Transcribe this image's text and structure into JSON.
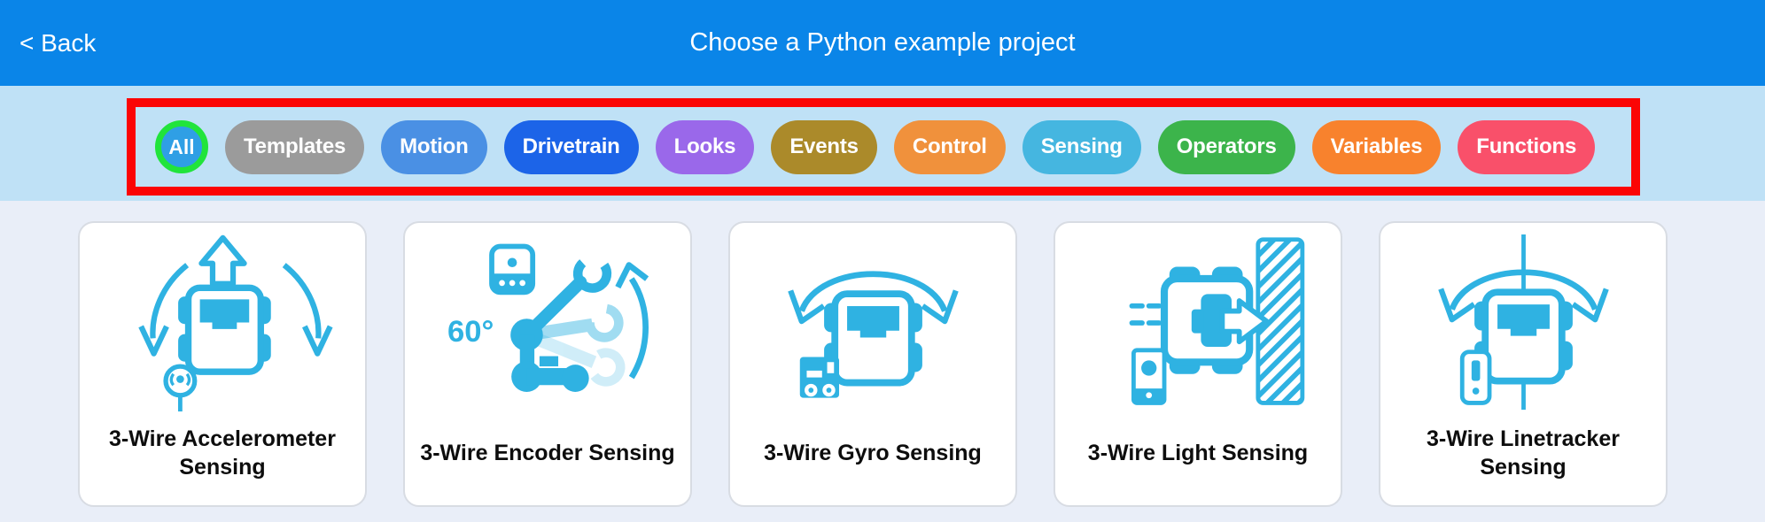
{
  "header": {
    "back_label": "< Back",
    "title": "Choose a Python example project",
    "bg": "#0a85e8",
    "text_color": "#ffffff"
  },
  "filter_bar": {
    "bg": "#bfe1f6",
    "annotation_color": "#fb0505",
    "filters": [
      {
        "label": "All",
        "color": "#2f9fe5",
        "ring": "#21e43b"
      },
      {
        "label": "Templates",
        "color": "#9b9b9b"
      },
      {
        "label": "Motion",
        "color": "#4a90e4"
      },
      {
        "label": "Drivetrain",
        "color": "#1c64e8"
      },
      {
        "label": "Looks",
        "color": "#9a68ea"
      },
      {
        "label": "Events",
        "color": "#ab8a2a"
      },
      {
        "label": "Control",
        "color": "#f0913c"
      },
      {
        "label": "Sensing",
        "color": "#45b6e0"
      },
      {
        "label": "Operators",
        "color": "#3cb44b"
      },
      {
        "label": "Variables",
        "color": "#f8822d"
      },
      {
        "label": "Functions",
        "color": "#f9506a"
      }
    ]
  },
  "cards": [
    {
      "label": "3-Wire Accelerometer Sensing",
      "icon": "accelerometer-robot-icon"
    },
    {
      "label": "3-Wire Encoder Sensing",
      "icon": "encoder-arm-icon",
      "angle_label": "60°"
    },
    {
      "label": "3-Wire Gyro Sensing",
      "icon": "gyro-robot-icon"
    },
    {
      "label": "3-Wire Light Sensing",
      "icon": "light-sensing-robot-icon"
    },
    {
      "label": "3-Wire Linetracker Sensing",
      "icon": "linetracker-robot-icon"
    }
  ],
  "colors": {
    "content_bg": "#e9eef8",
    "card_bg": "#ffffff",
    "card_border": "#d8dce3",
    "icon_cyan": "#2fb2e2"
  }
}
